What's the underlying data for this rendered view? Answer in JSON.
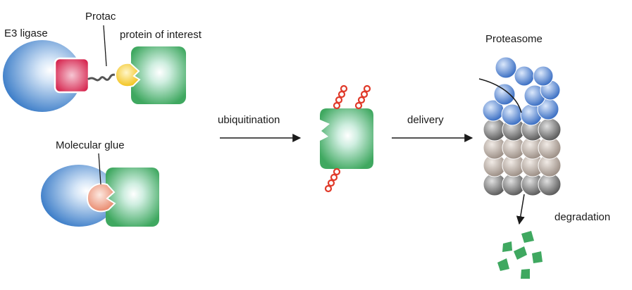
{
  "labels": {
    "e3_ligase": "E3 ligase",
    "protac": "Protac",
    "protein_of_interest": "protein of interest",
    "molecular_glue": "Molecular glue",
    "ubiquitination": "ubiquitination",
    "delivery": "delivery",
    "proteasome": "Proteasome",
    "degradation": "degradation"
  },
  "colors": {
    "e3_blue": "#3f7fc9",
    "protein_green": "#3fa860",
    "protac_red": "#d6264f",
    "warhead_yellow": "#f2c21c",
    "glue_salmon": "#e98b6f",
    "ubiquitin_red": "#e03a2a",
    "proteasome_blue": "#4a7fd0",
    "proteasome_gray": "#6f6f6f",
    "proteasome_tan": "#a89c92",
    "fragment_green": "#3fa860"
  }
}
